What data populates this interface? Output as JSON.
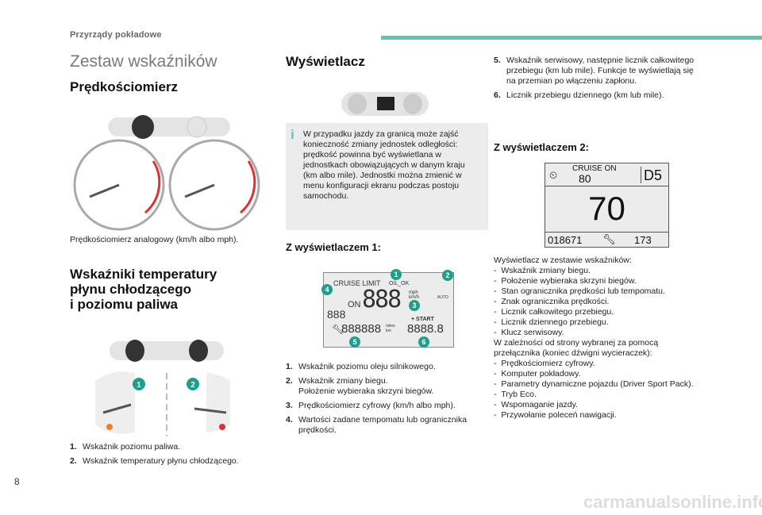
{
  "header": {
    "section": "Przyrządy pokładowe",
    "accent": "#5fc4b4"
  },
  "col1": {
    "title": "Zestaw wskaźników",
    "speedo_heading": "Prędkościomierz",
    "speedo_caption": "Prędkościomierz analogowy (km/h albo mph).",
    "temp_heading": [
      "Wskaźniki temperatury",
      "płynu chłodzącego",
      "i poziomu paliwa"
    ],
    "list": [
      {
        "n": "1.",
        "t": "Wskaźnik poziomu paliwa."
      },
      {
        "n": "2.",
        "t": "Wskaźnik temperatury płynu chłodzącego."
      }
    ],
    "callouts": [
      "1",
      "2"
    ]
  },
  "col2": {
    "heading": "Wyświetlacz",
    "info": "W przypadku jazdy za granicą może zajść konieczność zmiany jednostek odległości: prędkość powinna być wyświetlana w jednostkach obowiązujących w danym kraju (km albo mile). Jednostki można zmienić w menu konfiguracji ekranu podczas postoju samochodu.",
    "display1_heading": "Z wyświetlaczem 1:",
    "lcd": {
      "cruise": "CRUISE LIMIT",
      "oil": "OIL_OK",
      "on": "ON",
      "speed": "888",
      "units": "mph km/h",
      "gear": "888",
      "start": "+ START",
      "odo": "888888",
      "odo_units": "miles km",
      "trip": "8888.8",
      "auto": "AUTO"
    },
    "list": [
      {
        "n": "1.",
        "t": "Wskaźnik poziomu oleju silnikowego."
      },
      {
        "n": "2.",
        "t": "Wskaźnik zmiany biegu.",
        "t2": "Położenie wybieraka skrzyni biegów."
      },
      {
        "n": "3.",
        "t": "Prędkościomierz cyfrowy (km/h albo mph)."
      },
      {
        "n": "4.",
        "t": "Wartości zadane tempomatu lub ogranicznika prędkości."
      }
    ],
    "callouts": [
      "1",
      "2",
      "3",
      "4",
      "5",
      "6"
    ]
  },
  "col3": {
    "list": [
      {
        "n": "5.",
        "t": "Wskaźnik serwisowy, następnie licznik całkowitego przebiegu (km lub mile). Funkcje te wyświetlają się na przemian po włączeniu zapłonu."
      },
      {
        "n": "6.",
        "t": "Licznik przebiegu dziennego (km lub mile)."
      }
    ],
    "display2_heading": "Z wyświetlaczem 2:",
    "display2": {
      "cruise": "CRUISE ON",
      "set": "80",
      "gear": "D5",
      "speed": "70",
      "odo": "018671",
      "trip": "173"
    },
    "intro": "Wyświetlacz w zestawie wskaźników:",
    "items1": [
      "Wskaźnik zmiany biegu.",
      "Położenie wybieraka skrzyni biegów.",
      "Stan ogranicznika prędkości lub tempomatu.",
      "Znak ogranicznika prędkości.",
      "Licznik całkowitego przebiegu.",
      "Licznik dziennego przebiegu.",
      "Klucz serwisowy."
    ],
    "middle": "W zależności od strony wybranej za pomocą przełącznika (koniec dźwigni wycieraczek):",
    "items2": [
      "Prędkościomierz cyfrowy.",
      "Komputer pokładowy.",
      "Parametry dynamiczne pojazdu (Driver Sport Pack).",
      "Tryb Eco.",
      "Wspomaganie jazdy.",
      "Przywołanie poleceń nawigacji."
    ]
  },
  "page_number": "8",
  "watermark": "carmanualsonline.info"
}
